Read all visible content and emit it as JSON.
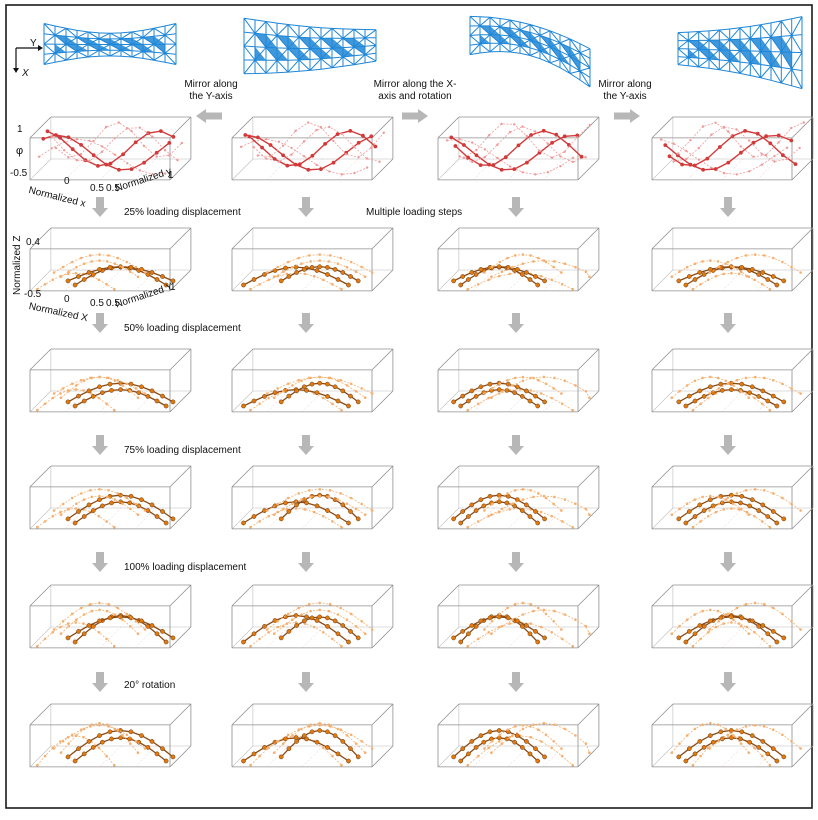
{
  "colors": {
    "lattice": "#1f86d6",
    "phase": "#d23a3a",
    "phase_light": "#ef9a9a",
    "arc": "#e07a10",
    "arc_light": "#f5b070",
    "arrow": "#b7b7b7",
    "box": "#8f8f8f",
    "frame": "#1a1a1a"
  },
  "lattices": [
    {
      "name": "lattice-original",
      "shape": "waist"
    },
    {
      "name": "lattice-mirror-y",
      "shape": "taper"
    },
    {
      "name": "lattice-mirror-x-rotated",
      "shape": "swept"
    },
    {
      "name": "lattice-mirror-y-2",
      "shape": "flare"
    }
  ],
  "transforms": [
    {
      "id": "mirror_y_1",
      "line1": "Mirror along",
      "line2": "the Y-axis",
      "arrow": "left"
    },
    {
      "id": "mirror_x_rot",
      "line1": "Mirror along the X-",
      "line2": "axis and rotation",
      "arrow": "right"
    },
    {
      "id": "mirror_y_2",
      "line1": "Mirror along",
      "line2": "the Y-axis",
      "arrow": "right"
    }
  ],
  "axes_icon": {
    "y": "Y",
    "x": "X"
  },
  "phase_axes": {
    "z_label": "φ",
    "z_ticks": [
      "1",
      "-0.5"
    ],
    "x_label": "Normalized x",
    "y_label": "Normalized y",
    "x_ticks": [
      "0",
      "0.5"
    ],
    "y_tick": "0.5",
    "y_tick_end": "1"
  },
  "shape_axes": {
    "z_label": "Normalized Z",
    "z_tick": "0.4",
    "z_tick_low": "-0.5",
    "x_label": "Normalized X",
    "y_label": "Normalized Y",
    "x_ticks": [
      "0",
      "0.5"
    ],
    "y_tick": "0.5",
    "y_tick_end": "1"
  },
  "steps": [
    "25% loading displacement",
    "50% loading displacement",
    "75% loading displacement",
    "100% loading displacement",
    "20° rotation"
  ],
  "multiple_steps": "Multiple loading steps"
}
